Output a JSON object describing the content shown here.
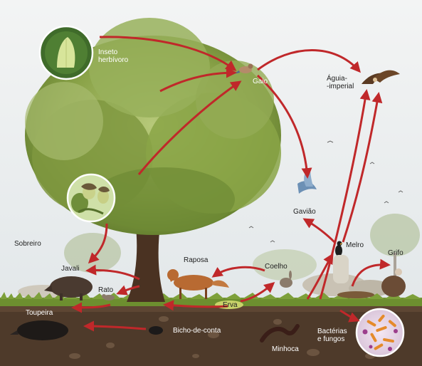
{
  "labels": {
    "inseto": "Inseto\nherbívoro",
    "gaio": "Gaio",
    "aguia": "Águia-\n-imperial",
    "gaviao": "Gavião",
    "sobreiro": "Sobreiro",
    "javali": "Javali",
    "rato": "Rato",
    "raposa": "Raposa",
    "coelho": "Coelho",
    "melro": "Melro",
    "grifo": "Grifo",
    "erva": "Erva",
    "toupeira": "Toupeira",
    "bicho": "Bicho-de-conta",
    "minhoca": "Minhoca",
    "bacterias": "Bactérias\ne fungos"
  },
  "colors": {
    "arrow": "#c0282a",
    "sky": "#eef1f2",
    "foliage": "#7e9a3c",
    "soil": "#4e3a2a",
    "grass": "#6d8f2f"
  }
}
